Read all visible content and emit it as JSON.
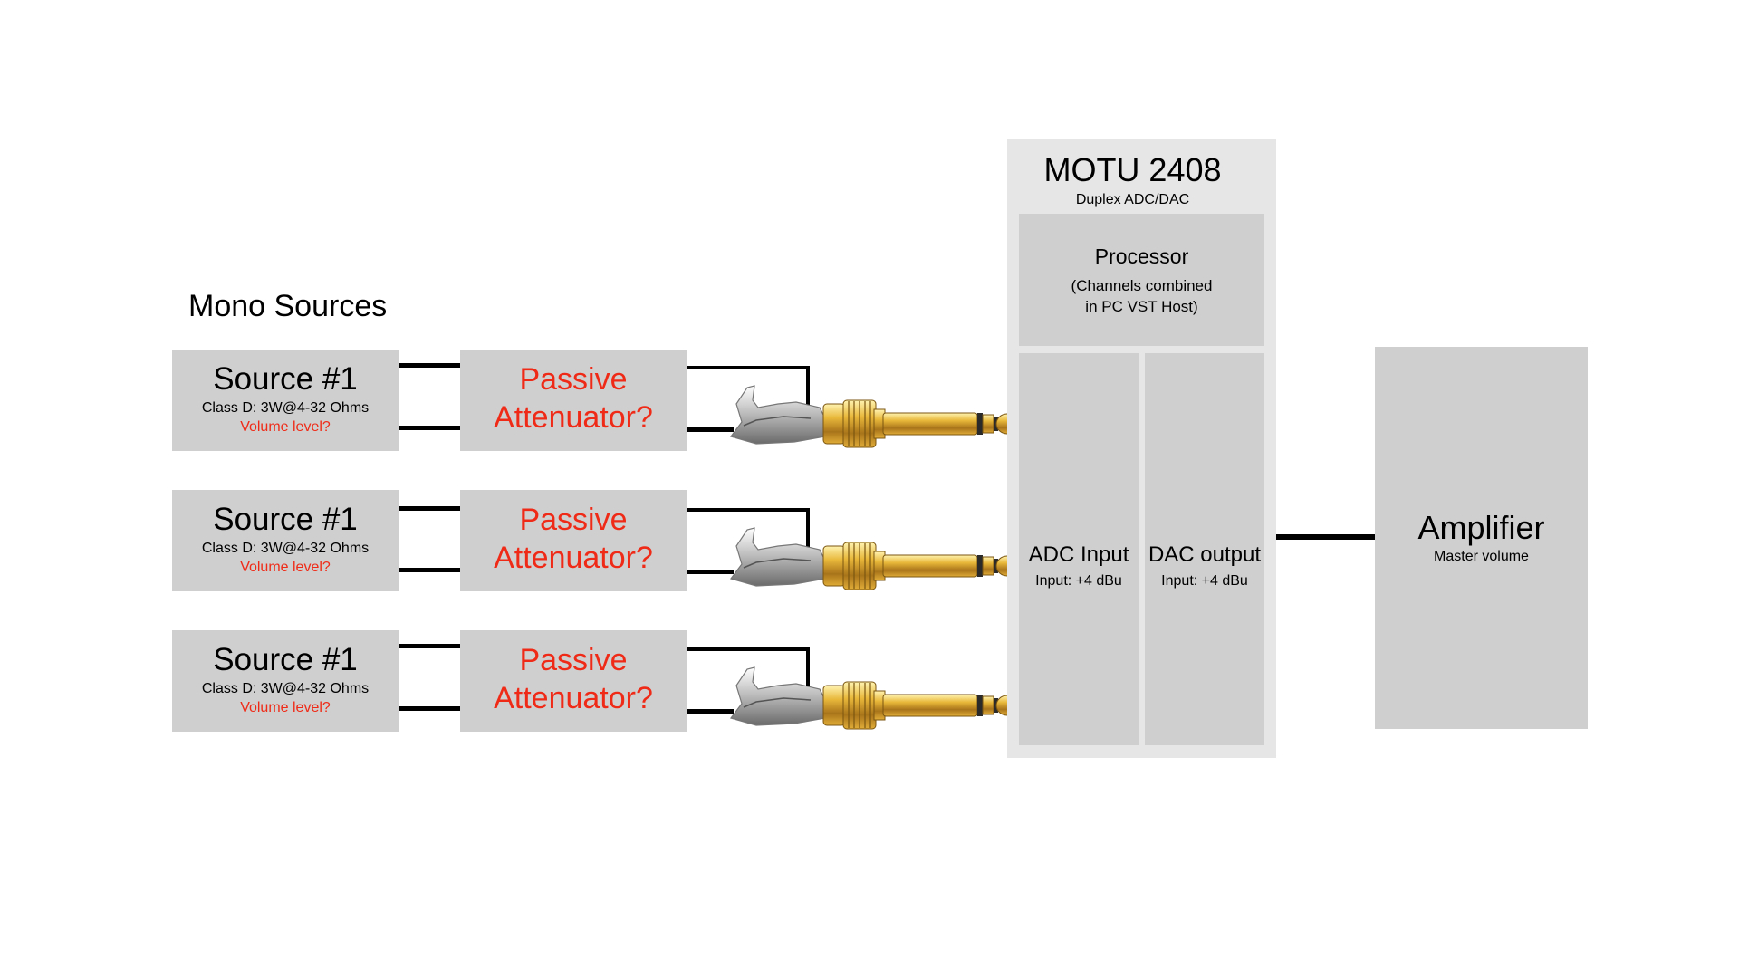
{
  "section_title": "Mono Sources",
  "colors": {
    "box": "#cfcfcf",
    "device_panel": "#e6e6e6",
    "red_text": "#ef2b18",
    "wire": "#000000",
    "plug_gold": "#d4a12a"
  },
  "sources": [
    {
      "title": "Source #1",
      "spec": "Class D: 3W@4-32 Ohms",
      "volume": "Volume level?"
    },
    {
      "title": "Source #1",
      "spec": "Class D: 3W@4-32 Ohms",
      "volume": "Volume level?"
    },
    {
      "title": "Source #1",
      "spec": "Class D: 3W@4-32 Ohms",
      "volume": "Volume level?"
    }
  ],
  "attenuators": [
    {
      "line1": "Passive",
      "line2": "Attenuator?"
    },
    {
      "line1": "Passive",
      "line2": "Attenuator?"
    },
    {
      "line1": "Passive",
      "line2": "Attenuator?"
    }
  ],
  "plug_icon": "mono-jack-plug-icon",
  "motu": {
    "title": "MOTU 2408",
    "subtitle": "Duplex ADC/DAC",
    "processor": {
      "title": "Processor",
      "detail_line1": "(Channels combined",
      "detail_line2": "in PC VST Host)"
    },
    "adc": {
      "title": "ADC Input",
      "sub": "Input: +4 dBu"
    },
    "dac": {
      "title": "DAC output",
      "sub": "Input: +4 dBu"
    }
  },
  "amplifier": {
    "title": "Amplifier",
    "sub": "Master volume"
  }
}
